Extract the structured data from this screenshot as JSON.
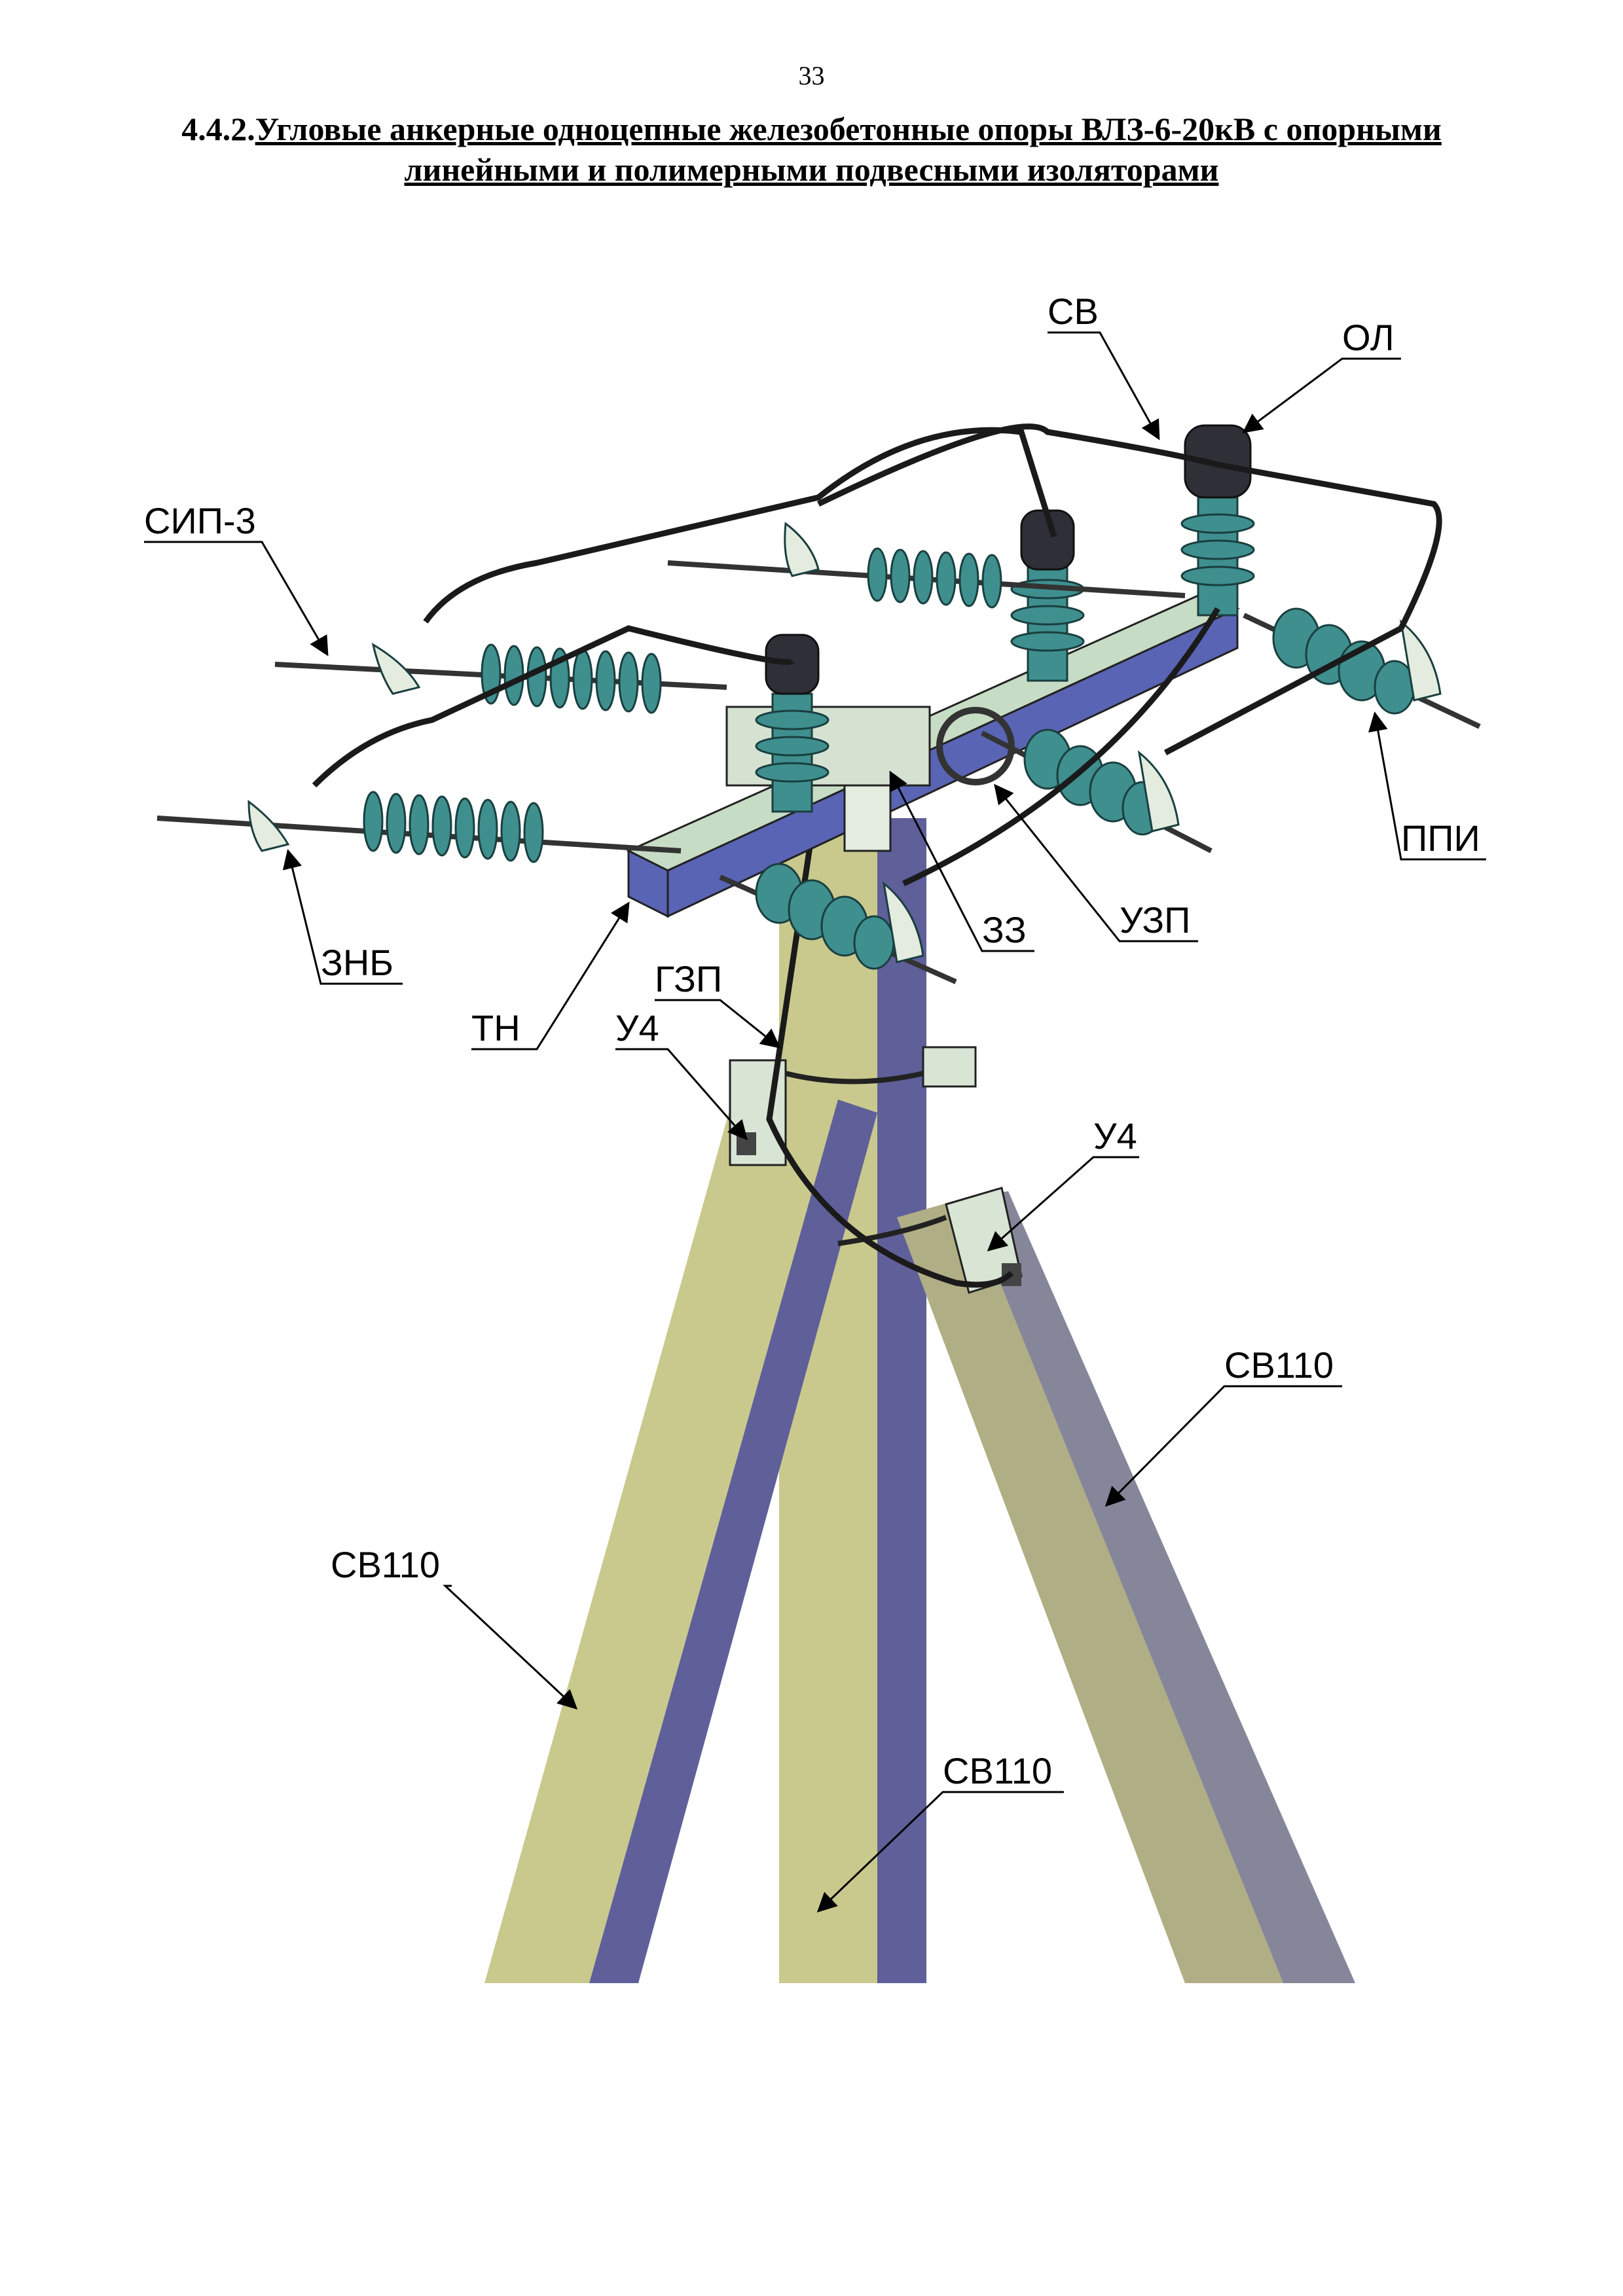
{
  "page": {
    "number": "33",
    "title_section": "4.4.2.",
    "title_line1": "Угловые анкерные одноцепные железобетонные опоры ВЛЗ-6-20кВ с опорными",
    "title_line2": "линейными и полимерными подвесными изоляторами"
  },
  "labels": {
    "sv": "СВ",
    "ol": "ОЛ",
    "sip3": "СИП-3",
    "ppi": "ППИ",
    "znb": "ЗНБ",
    "zz": "ЗЗ",
    "uzp": "УЗП",
    "tn": "ТН",
    "gzp": "ГЗП",
    "u4_left": "У4",
    "u4_right": "У4",
    "sv110_right": "СВ110",
    "sv110_left": "СВ110",
    "sv110_center": "СВ110"
  },
  "colors": {
    "pole_light": "#c9c98e",
    "pole_dark": "#5f5f9a",
    "pole_grey": "#86869a",
    "insulator": "#3f8f8f",
    "crossarm": "#c7dcc4",
    "crossarm_blue": "#5a64b4",
    "wire": "#1a1a1a"
  }
}
